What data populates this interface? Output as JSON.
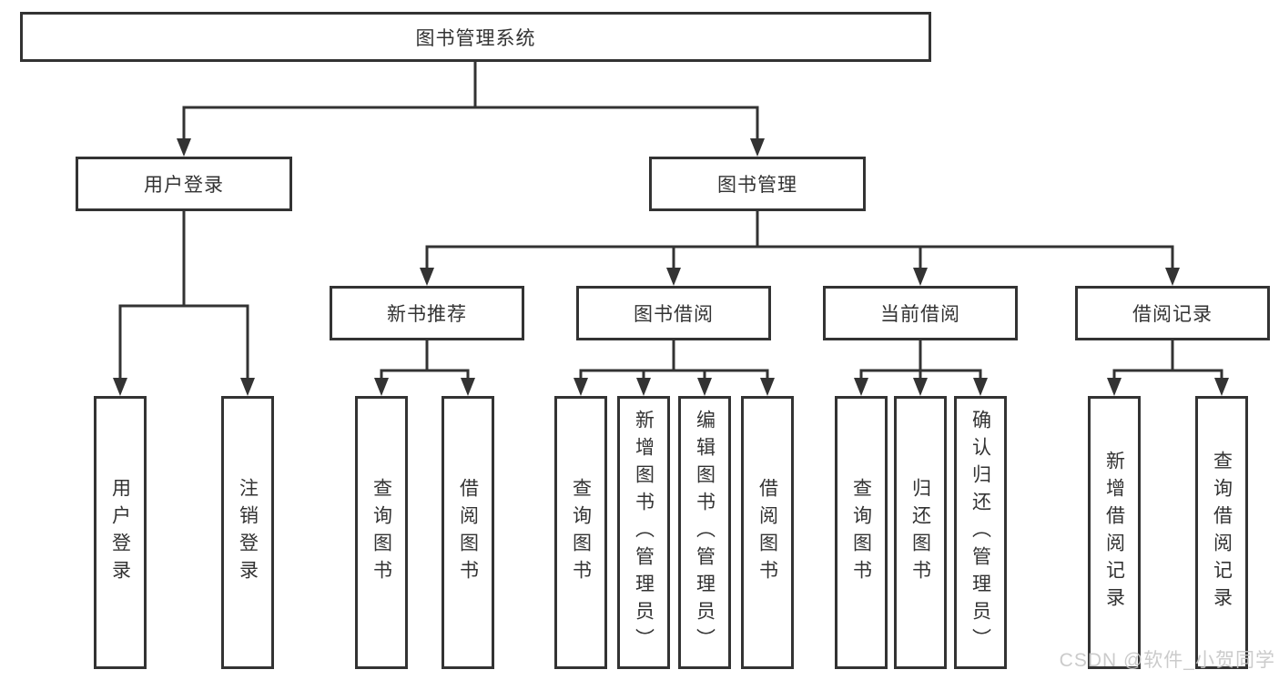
{
  "colors": {
    "background": "#ffffff",
    "line": "#333333",
    "box_border": "#333333",
    "text": "#333333",
    "watermark": "#c6c6c6"
  },
  "diagram": {
    "root": {
      "label": "图书管理系统"
    },
    "level1": [
      {
        "label": "用户登录"
      },
      {
        "label": "图书管理"
      }
    ],
    "level2": [
      {
        "label": "新书推荐"
      },
      {
        "label": "图书借阅"
      },
      {
        "label": "当前借阅"
      },
      {
        "label": "借阅记录"
      }
    ],
    "leaves": [
      [
        "用户登录",
        "注销登录"
      ],
      [
        "查询图书",
        "借阅图书"
      ],
      [
        "查询图书",
        "新增图书（管理员）",
        "编辑图书（管理员）",
        "借阅图书"
      ],
      [
        "查询图书",
        "归还图书",
        "确认归还（管理员）"
      ],
      [
        "新增借阅记录",
        "查询借阅记录"
      ]
    ]
  },
  "watermark": {
    "text": "CSDN @软件_小贺同学"
  }
}
